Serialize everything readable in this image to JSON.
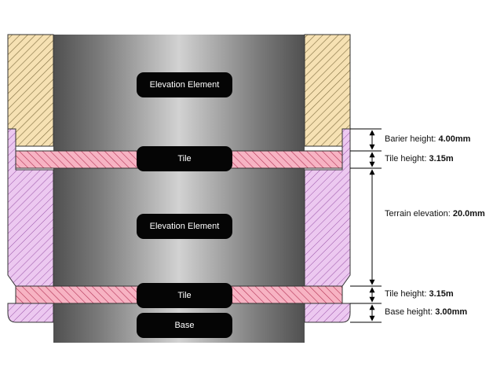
{
  "colors": {
    "background": "#ffffff",
    "core_dark": "#5e5e5e",
    "core_light": "#cfcfcf",
    "barrier_fill": "#f6e1b3",
    "barrier_hatch": "#7d6a3d",
    "tile_fill": "#f7b3c3",
    "tile_hatch": "#b33355",
    "base_fill": "#ecc8f0",
    "base_hatch": "#9a55a8",
    "label_bg": "#050505",
    "label_text": "#ffffff"
  },
  "labels": {
    "elevation_top": "Elevation Element",
    "tile_top": "Tile",
    "elevation_mid": "Elevation Element",
    "tile_bottom": "Tile",
    "base": "Base"
  },
  "dimensions": {
    "barrier": {
      "label": "Barier height: ",
      "value": "4.00mm"
    },
    "tile_top": {
      "label": "Tile height: ",
      "value": "3.15m"
    },
    "terrain": {
      "label": "Terrain elevation: ",
      "value": "20.0mm"
    },
    "tile_bottom": {
      "label": "Tile height: ",
      "value": "3.15m"
    },
    "base": {
      "label": "Base height: ",
      "value": "3.00mm"
    }
  }
}
